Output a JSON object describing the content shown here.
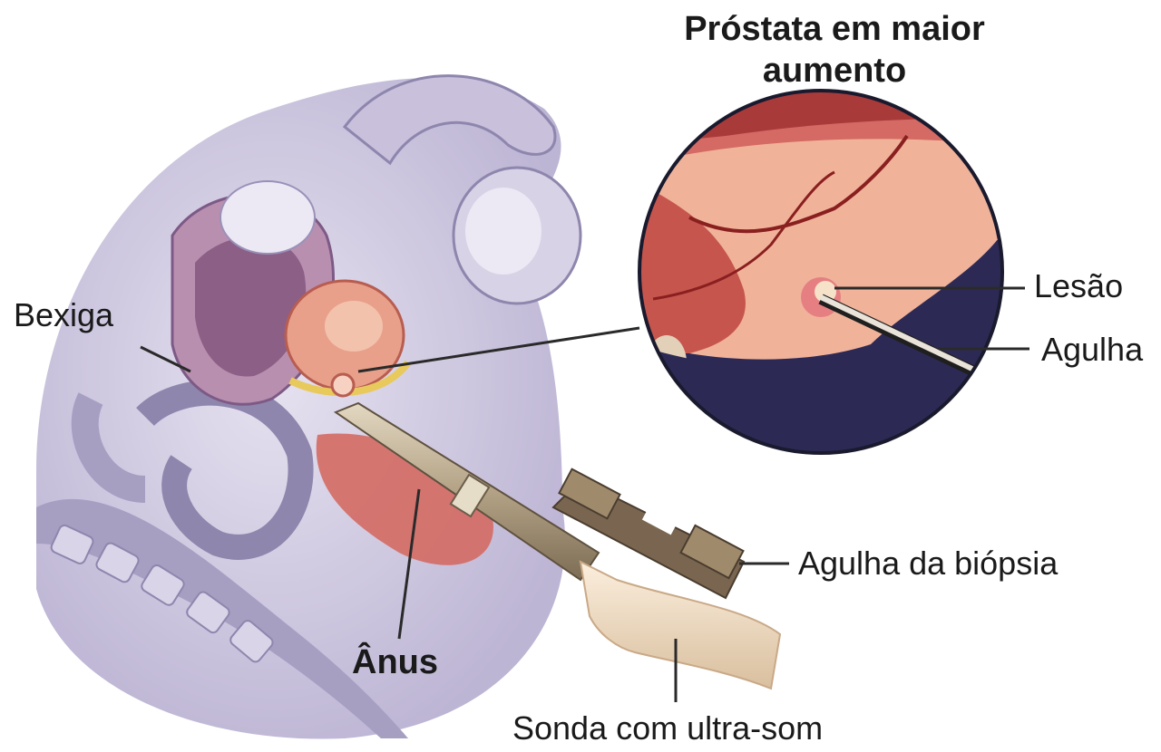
{
  "diagram": {
    "inset_title_line1": "Próstata em maior",
    "inset_title_line2": "aumento",
    "labels": {
      "bladder": "Bexiga",
      "lesion": "Lesão",
      "needle": "Agulha",
      "biopsy_needle": "Agulha da biópsia",
      "anus": "Ânus",
      "ultrasound_probe": "Sonda com ultra-som"
    },
    "colors": {
      "tissue_lavender": "#cfc9e0",
      "tissue_dark": "#8e86ad",
      "prostate_pink": "#e8a08a",
      "inset_tissue": "#f0b39a",
      "inset_background": "#2c2a55",
      "probe_metal": "#b9ab8f",
      "probe_handle": "#f1dcc2",
      "needle_guide": "#7a6650",
      "leader_line": "#2a2a2a"
    }
  }
}
